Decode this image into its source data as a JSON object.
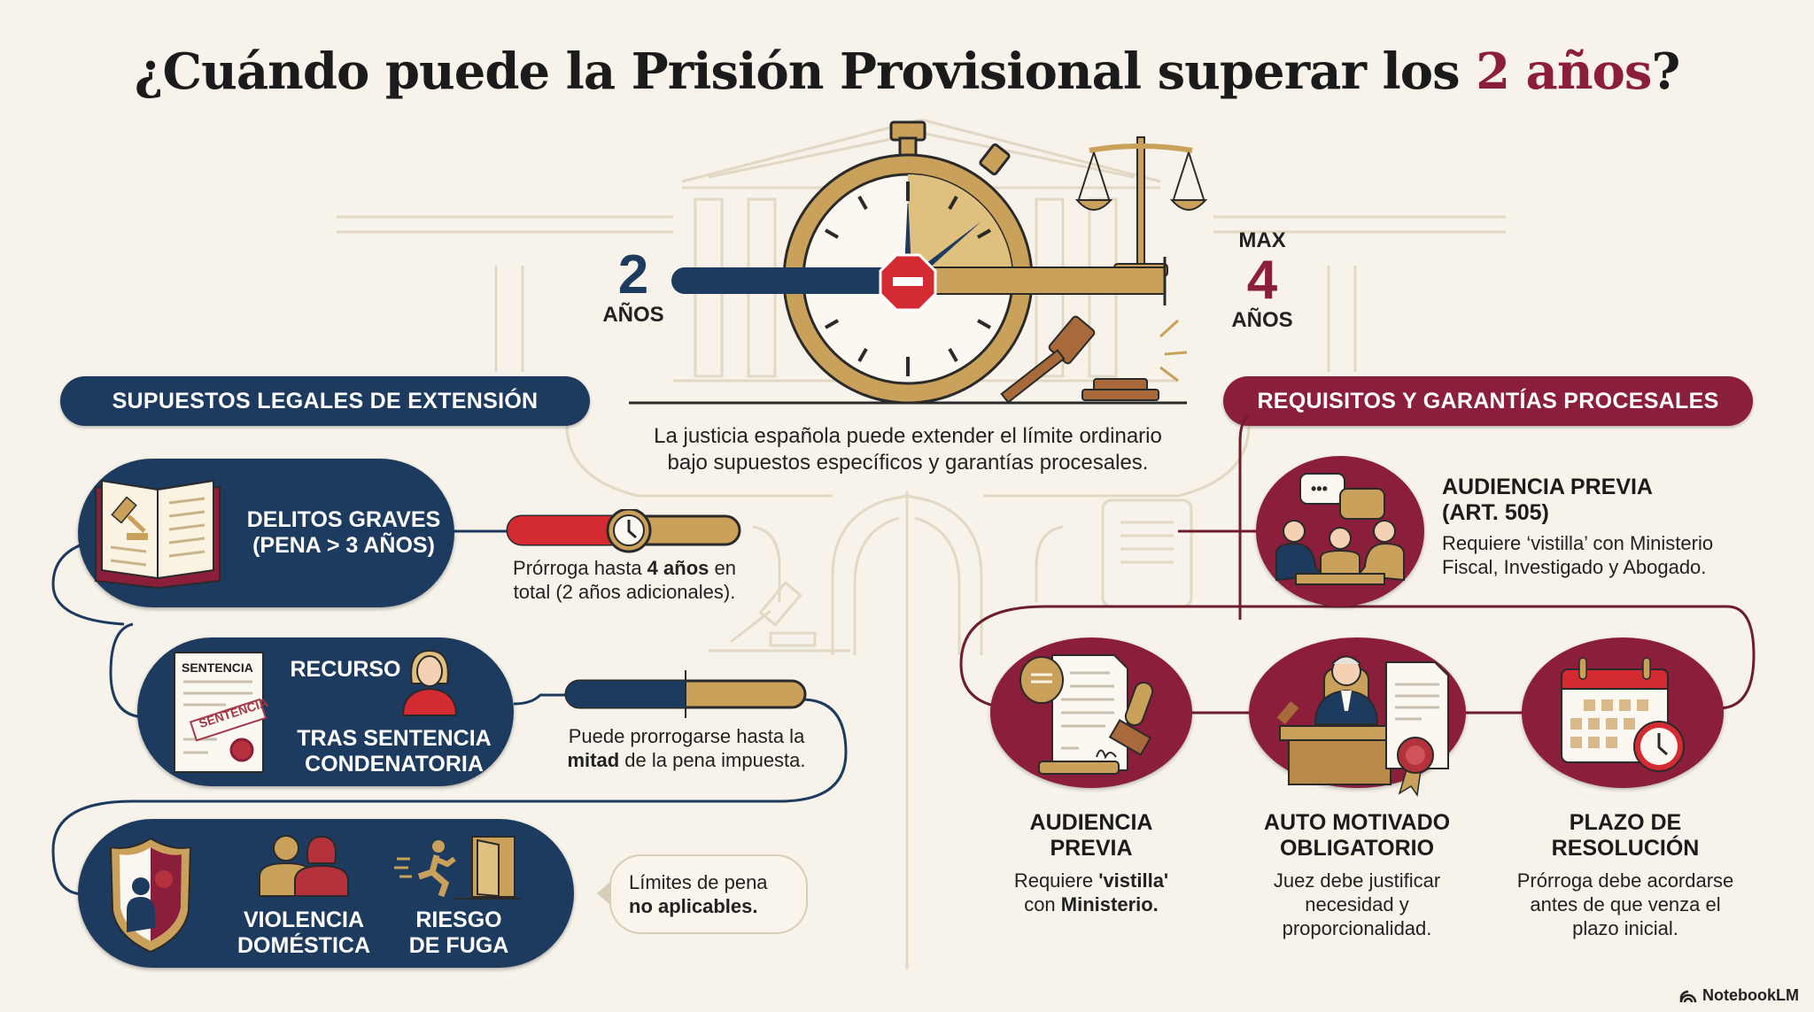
{
  "title": {
    "prefix": "¿Cuándo puede la Prisión Provisional superar los ",
    "highlight": "2 años",
    "suffix": "?"
  },
  "timeline": {
    "start_value": "2",
    "start_unit": "AÑOS",
    "max_label": "MAX",
    "end_value": "4",
    "end_unit": "AÑOS"
  },
  "intro": {
    "line1": "La justicia española puede extender el límite ordinario",
    "line2": "bajo supuestos específicos y garantías procesales."
  },
  "left_section": {
    "header": "SUPUESTOS LEGALES DE EXTENSIÓN",
    "cards": [
      {
        "title_line1": "DELITOS GRAVES",
        "title_line2": "(PENA > 3 AÑOS)",
        "note_pre": "Prórroga hasta ",
        "note_bold": "4 años",
        "note_mid": " en",
        "note_line2": "total (2 años adicionales)."
      },
      {
        "title_top": "RECURSO",
        "title_line1": "TRAS SENTENCIA",
        "title_line2": "CONDENATORIA",
        "doc_label": "SENTENCIA",
        "stamp_label": "SENTENCIA",
        "note_line1": "Puede prorrogarse hasta la",
        "note_bold": "mitad",
        "note_rest": " de la pena impuesta."
      },
      {
        "item1_line1": "VIOLENCIA",
        "item1_line2": "DOMÉSTICA",
        "item2_line1": "RIESGO",
        "item2_line2": "DE FUGA",
        "note_line1": "Límites de pena",
        "note_line2": "no aplicables."
      }
    ]
  },
  "right_section": {
    "header": "REQUISITOS Y GARANTÍAS PROCESALES",
    "top_item": {
      "title_line1": "AUDIENCIA PREVIA",
      "title_line2": "(ART. 505)",
      "body_line1": "Requiere ‘vistilla’ con Ministerio",
      "body_line2": "Fiscal, Investigado y Abogado."
    },
    "items": [
      {
        "title_line1": "AUDIENCIA",
        "title_line2": "PREVIA",
        "body_pre": "Requiere ",
        "body_bold1": "'vistilla'",
        "body_line2_pre": "con ",
        "body_bold2": "Ministerio."
      },
      {
        "title_line1": "AUTO MOTIVADO",
        "title_line2": "OBLIGATORIO",
        "body_line1": "Juez debe justificar",
        "body_line2": "necesidad y",
        "body_line3": "proporcionalidad."
      },
      {
        "title_line1": "PLAZO DE",
        "title_line2": "RESOLUCIÓN",
        "body_line1": "Prórroga debe acordarse",
        "body_line2": "antes de que venza el",
        "body_line3": "plazo inicial."
      }
    ]
  },
  "footer": {
    "brand": "NotebookLM"
  },
  "colors": {
    "navy": "#1d3a5f",
    "wine": "#8b1e3a",
    "gold": "#c9a15a",
    "red": "#d42a32",
    "background": "#f7f3ea"
  }
}
